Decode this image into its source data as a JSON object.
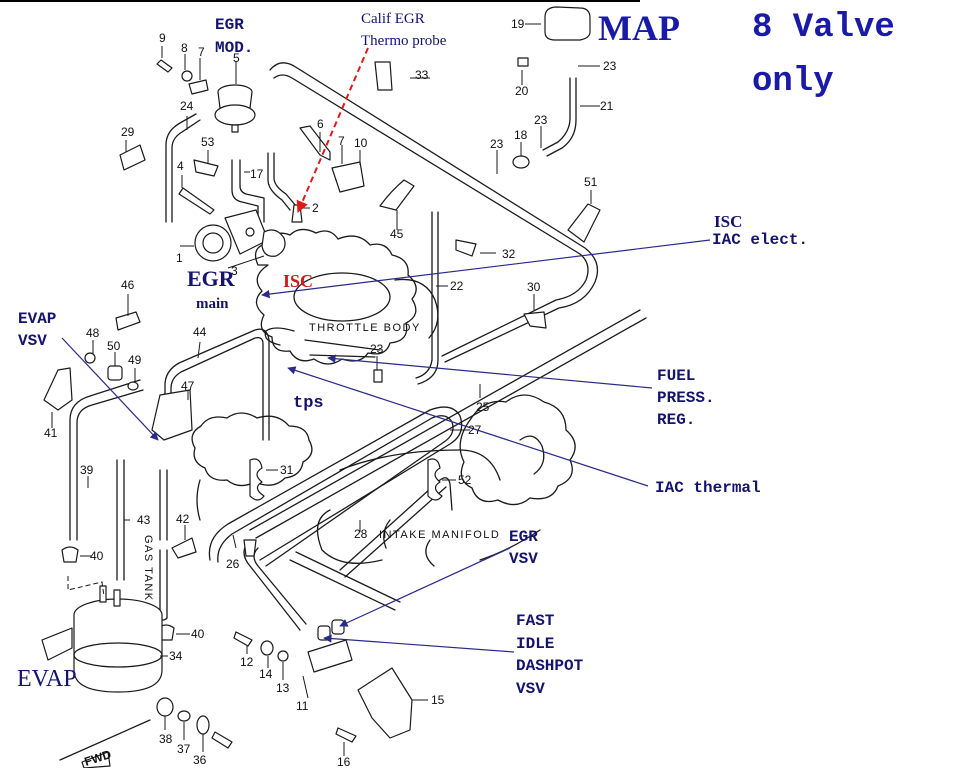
{
  "title": {
    "map": "MAP",
    "eight_valve_line1": "8 Valve",
    "eight_valve_line2": "only"
  },
  "annotations": {
    "egr_mod_line1": "EGR",
    "egr_mod_line2": "MOD.",
    "calif_line1": "Calif  EGR",
    "calif_line2": "Thermo probe",
    "isc_iac_line1": "ISC",
    "isc_iac_line2": "IAC elect.",
    "egr_main_line1": "EGR",
    "egr_main_line2": "main",
    "isc_red": "ISC",
    "evap_vsv_line1": "EVAP",
    "evap_vsv_line2": "VSV",
    "tps": "tps",
    "fuel_line1": "FUEL",
    "fuel_line2": "PRESS.",
    "fuel_line3": "REG.",
    "iac_thermal": "IAC thermal",
    "egr_vsv_line1": "EGR",
    "egr_vsv_line2": "VSV",
    "fast_line1": "FAST",
    "fast_line2": "IDLE",
    "fast_line3": "DASHPOT",
    "fast_line4": "VSV",
    "evap": "EVAP"
  },
  "engine_labels": {
    "throttle_body": "THROTTLE BODY",
    "intake_manifold": "INTAKE MANIFOLD",
    "gas_tank": "GAS TANK",
    "fwd": "FWD"
  },
  "part_numbers": {
    "p1": "1",
    "p2": "2",
    "p3": "3",
    "p4": "4",
    "p5": "5",
    "p6": "6",
    "p7a": "7",
    "p7b": "7",
    "p8": "8",
    "p9": "9",
    "p10": "10",
    "p11": "11",
    "p12": "12",
    "p13": "13",
    "p14": "14",
    "p15": "15",
    "p16": "16",
    "p17": "17",
    "p18": "18",
    "p19": "19",
    "p20": "20",
    "p21": "21",
    "p22": "22",
    "p23a": "23",
    "p23b": "23",
    "p23c": "23",
    "p23d": "23",
    "p24": "24",
    "p25": "25",
    "p26": "26",
    "p27": "27",
    "p28": "28",
    "p29": "29",
    "p30": "30",
    "p31": "31",
    "p32": "32",
    "p33": "33",
    "p34": "34",
    "p36": "36",
    "p37": "37",
    "p38": "38",
    "p39": "39",
    "p40a": "40",
    "p40b": "40",
    "p41": "41",
    "p42": "42",
    "p43": "43",
    "p44": "44",
    "p45": "45",
    "p46": "46",
    "p47": "47",
    "p48": "48",
    "p49": "49",
    "p50": "50",
    "p51": "51",
    "p52": "52",
    "p53": "53"
  },
  "colors": {
    "annotation_blue": "#14146e",
    "title_blue": "#1a1aa8",
    "isc_red": "#d01818",
    "arrow_blue": "#2a2a8a",
    "probe_arrow_red": "#e01818"
  }
}
